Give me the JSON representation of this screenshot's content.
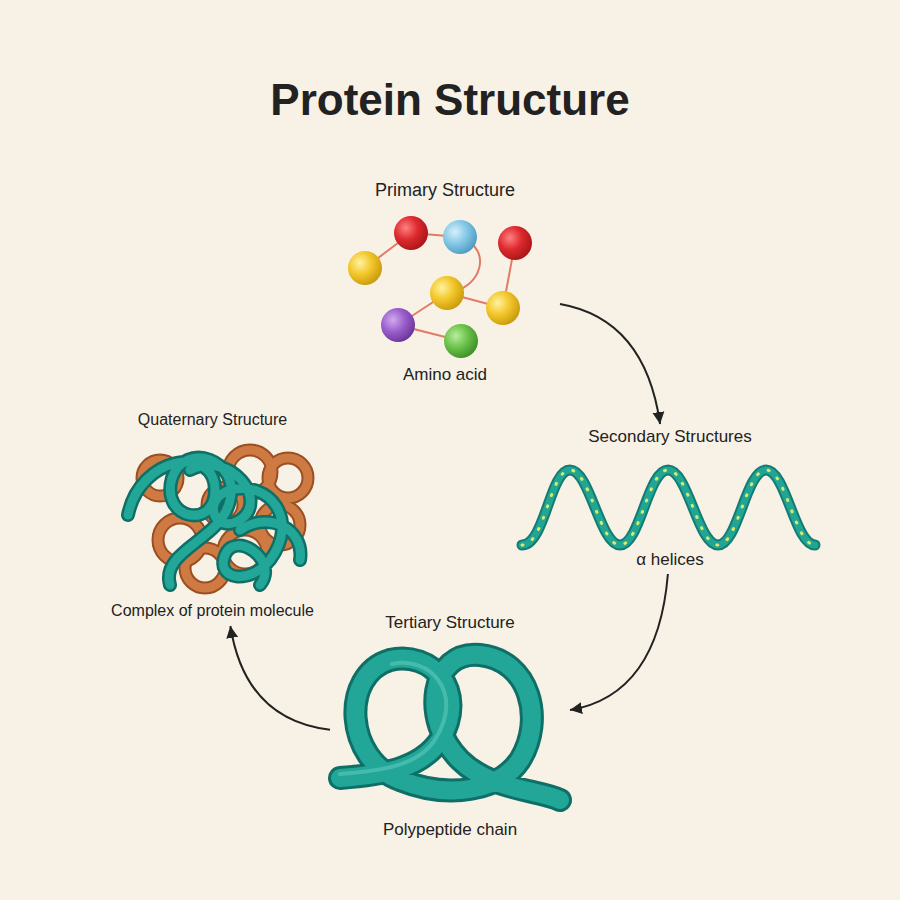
{
  "diagram": {
    "title": "Protein Structure",
    "nodes": [
      {
        "text": [
          "Primary Structure",
          "Amino acid"
        ]
      },
      {
        "text": [
          "Secondary Structures",
          "α helices"
        ]
      },
      {
        "text": [
          "Tertiary Structure",
          "Polypeptide chain"
        ]
      },
      {
        "text": [
          "Quaternary Structure",
          "Complex of protein molecule"
        ]
      }
    ],
    "edges": [
      {
        "from": 0,
        "to": 1,
        "arrow": "to"
      },
      {
        "from": 1,
        "to": 2,
        "arrow": "to"
      },
      {
        "from": 2,
        "to": 3,
        "arrow": "to"
      }
    ]
  }
}
